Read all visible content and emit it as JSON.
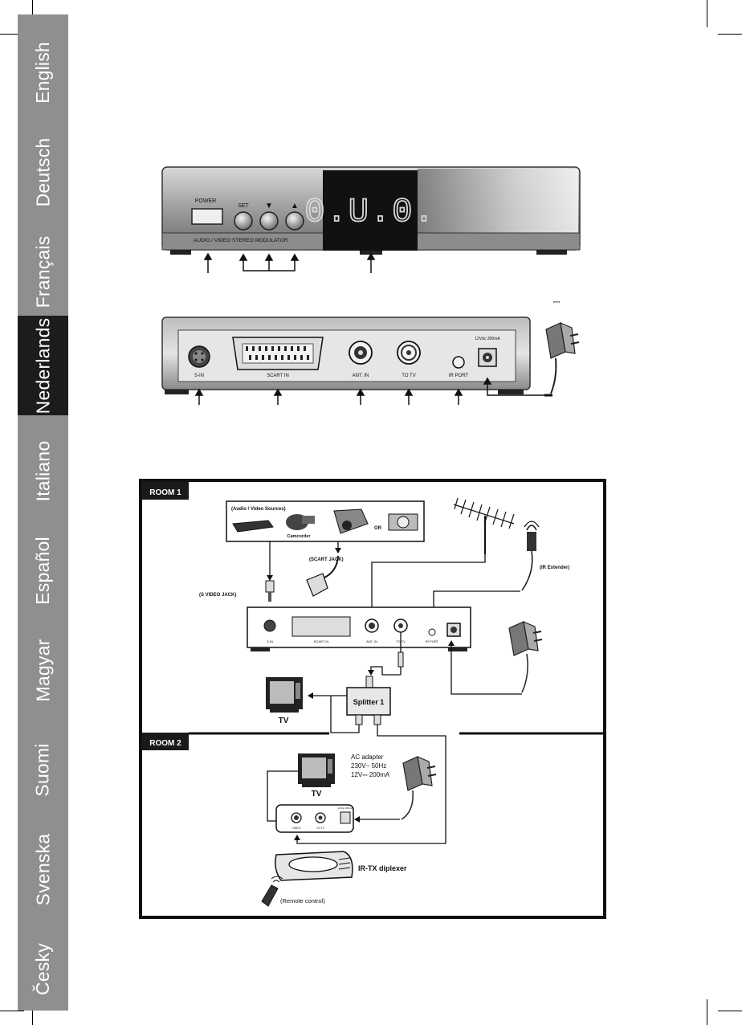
{
  "languages": [
    {
      "label": "English",
      "active": false
    },
    {
      "label": "Deutsch",
      "active": false
    },
    {
      "label": "Français",
      "active": false
    },
    {
      "label": "Nederlands",
      "active": true
    },
    {
      "label": "Italiano",
      "active": false
    },
    {
      "label": "Español",
      "active": false
    },
    {
      "label": "Magyar",
      "active": false
    },
    {
      "label": "Suomi",
      "active": false
    },
    {
      "label": "Svenska",
      "active": false
    },
    {
      "label": "Česky",
      "active": false
    }
  ],
  "front_panel": {
    "power": "POWER",
    "set": "SET",
    "down": "▼",
    "up": "▲",
    "caption": "AUDIO / VIDEO  STEREO  MODULATOR",
    "display": "0.U.0."
  },
  "back_panel": {
    "svideo": "S-IN",
    "scart": "SCART  IN",
    "ant_in": "ANT. IN",
    "to_tv": "TO TV",
    "ir_port": "IR PORT",
    "power_rating": "12Vdc 300mA",
    "dc_symbol": "⎓"
  },
  "connection_diagram": {
    "room1": "ROOM 1",
    "room2": "ROOM 2",
    "av_sources": "(Audio / Video Sources)",
    "camcorder": "Camcorder",
    "or": "OR",
    "scart_jack": "(SCART JACK)",
    "svideo_jack": "(S VIDEO JACK)",
    "ir_extender": "(IR Extender)",
    "splitter": "Splitter 1",
    "tv1": "TV",
    "tv2": "TV",
    "ac_adapter_lines": [
      "AC adapter",
      "230V~ 50Hz",
      "12V⎓ 200mA"
    ],
    "ir_tx": "IR-TX diplexer",
    "remote": "(Remote control)",
    "small_labels": {
      "svideo": "S-IN",
      "scart": "SCART  IN",
      "ant": "ANT. IN",
      "totv": "TO TV",
      "irport": "IR PORT",
      "rx_video": "VIDEO",
      "rx_totv": "TO TV",
      "rx_power": "12Vdc 200mA"
    }
  }
}
